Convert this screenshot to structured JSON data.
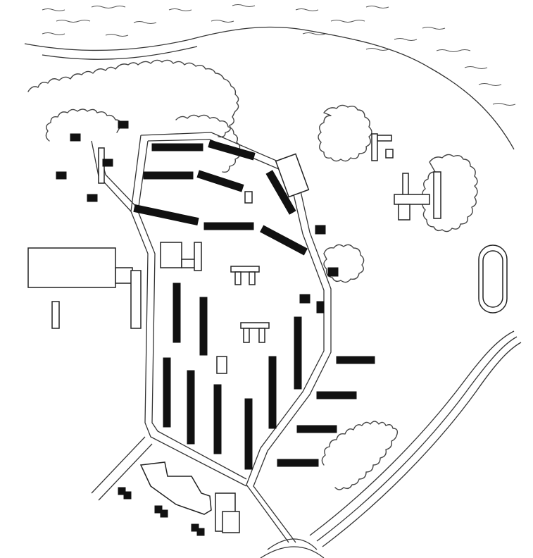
{
  "map": {
    "style": "black-and-white line drawing, site plan",
    "features": [
      "river",
      "riverbank",
      "tree-cover",
      "perimeter-road",
      "barracks",
      "outline-buildings",
      "sports-track",
      "railway",
      "entrance-road",
      "roundabout"
    ],
    "colors": {
      "ink": "#111111",
      "paper": "#ffffff",
      "line": "#333333"
    }
  }
}
